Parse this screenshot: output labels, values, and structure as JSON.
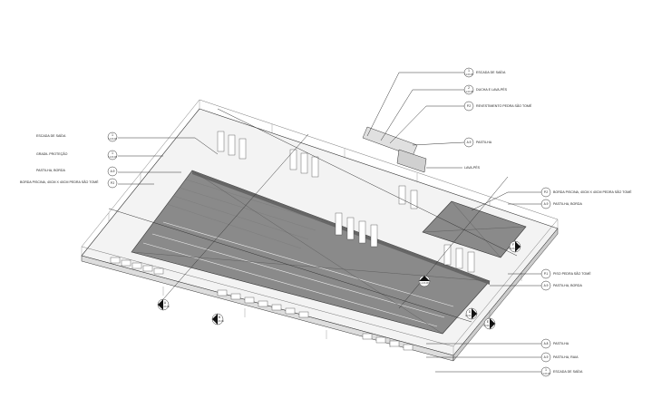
{
  "callouts_left": [
    {
      "text": "ESCADA DE SAÍDA",
      "code": "1",
      "sub": "L1.03.06"
    },
    {
      "text": "GRADIL PROTEÇÃO",
      "code": "1",
      "sub": "L1.03.06"
    },
    {
      "text": "PASTILHA, BORDA",
      "code": "A.9",
      "sub": ""
    },
    {
      "text": "BORDA PISCINA, 40CM X 40CM PEDRA SÃO TOMÉ",
      "code": "P.2",
      "sub": ""
    }
  ],
  "callouts_top": [
    {
      "text": "ESCADA DE SAÍDA",
      "code": "1",
      "sub": "L1.03.06"
    },
    {
      "text": "DUCHA E LAVA-PÉS",
      "code": "2",
      "sub": "L1.03.06"
    },
    {
      "text": "REVESTIMENTO PEDRA SÃO TOMÉ",
      "code": "P.2",
      "sub": ""
    },
    {
      "text": "PASTILHA",
      "code": "A.9",
      "sub": ""
    },
    {
      "text": "LAVA-PÉS",
      "code": "",
      "sub": ""
    }
  ],
  "callouts_right": [
    {
      "text": "BORDA PISCINA, 40CM X 40CM PEDRA SÃO TOMÉ",
      "code": "P.2",
      "sub": ""
    },
    {
      "text": "PASTILHA, BORDA",
      "code": "A.9",
      "sub": ""
    },
    {
      "text": "PISO PEDRA SÃO TOMÉ",
      "code": "P.1",
      "sub": ""
    },
    {
      "text": "PASTILHA, BORDA",
      "code": "A.9",
      "sub": ""
    },
    {
      "text": "PASTILHA",
      "code": "A.8",
      "sub": ""
    },
    {
      "text": "PASTILHA, RAIA",
      "code": "A.9",
      "sub": ""
    },
    {
      "text": "ESCADA DE SAÍDA",
      "code": "1",
      "sub": "L1.03.06"
    }
  ],
  "section_marks": [
    {
      "code": "A",
      "sub": "L1.03.06"
    },
    {
      "code": "B",
      "sub": "L1.03.06"
    },
    {
      "code": "C",
      "sub": "L1.03.06"
    },
    {
      "code": "D",
      "sub": "L1.03.06"
    },
    {
      "code": "E",
      "sub": "L1.03.06"
    },
    {
      "code": "F",
      "sub": "L1.03.06"
    }
  ]
}
